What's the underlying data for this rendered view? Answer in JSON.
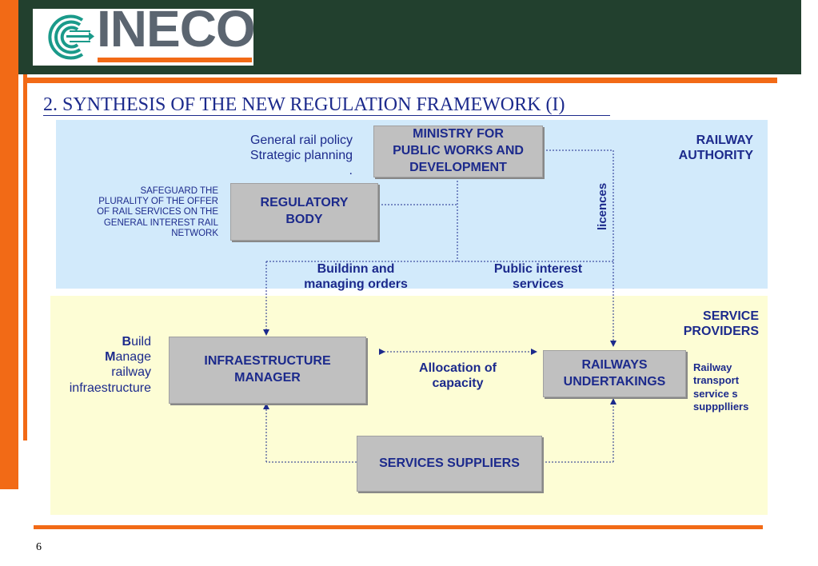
{
  "header": {
    "logo_text": "INECO"
  },
  "title": "2. SYNTHESIS OF THE NEW REGULATION FRAMEWORK (I)",
  "regions": {
    "authority_label": [
      "RAILWAY",
      "AUTHORITY"
    ],
    "providers_label": [
      "SERVICE",
      "PROVIDERS"
    ]
  },
  "boxes": {
    "ministry": [
      "MINISTRY FOR",
      "PUBLIC WORKS AND",
      "DEVELOPMENT"
    ],
    "regulatory": [
      "REGULATORY",
      "BODY"
    ],
    "infra_manager": [
      "INFRAESTRUCTURE",
      "MANAGER"
    ],
    "railways": [
      "RAILWAYS",
      "UNDERTAKINGS"
    ],
    "suppliers": [
      "SERVICES SUPPLIERS"
    ]
  },
  "notes": {
    "policy": [
      "General rail policy",
      "Strategic planning",
      "."
    ],
    "safeguard": [
      "SAFEGUARD THE",
      "PLURALITY OF THE OFFER",
      "OF RAIL SERVICES ON THE",
      "GENERAL INTEREST RAIL",
      "NETWORK"
    ],
    "licences": "licences",
    "building_orders": [
      "Buildinn and",
      "managing orders"
    ],
    "public_interest": [
      "Public interest",
      "services"
    ],
    "allocation": [
      "Allocation of",
      "capacity"
    ],
    "build_b": "B",
    "build_rest": "uild",
    "manage_m": "M",
    "manage_rest": "anage",
    "railway_word": "railway",
    "infra_word": "infraestructure",
    "railway_transport": [
      "Railway",
      "transport",
      "service s",
      "suppplliers"
    ]
  },
  "page_number": "6",
  "colors": {
    "orange": "#f26a16",
    "dark_green": "#22402e",
    "navy": "#1c2a8c",
    "light_blue": "#d2eafb",
    "light_yellow": "#fdfdd5",
    "box_gray": "#c0c0c0"
  },
  "icons": {
    "logo": "ineco-c-logo-icon"
  }
}
